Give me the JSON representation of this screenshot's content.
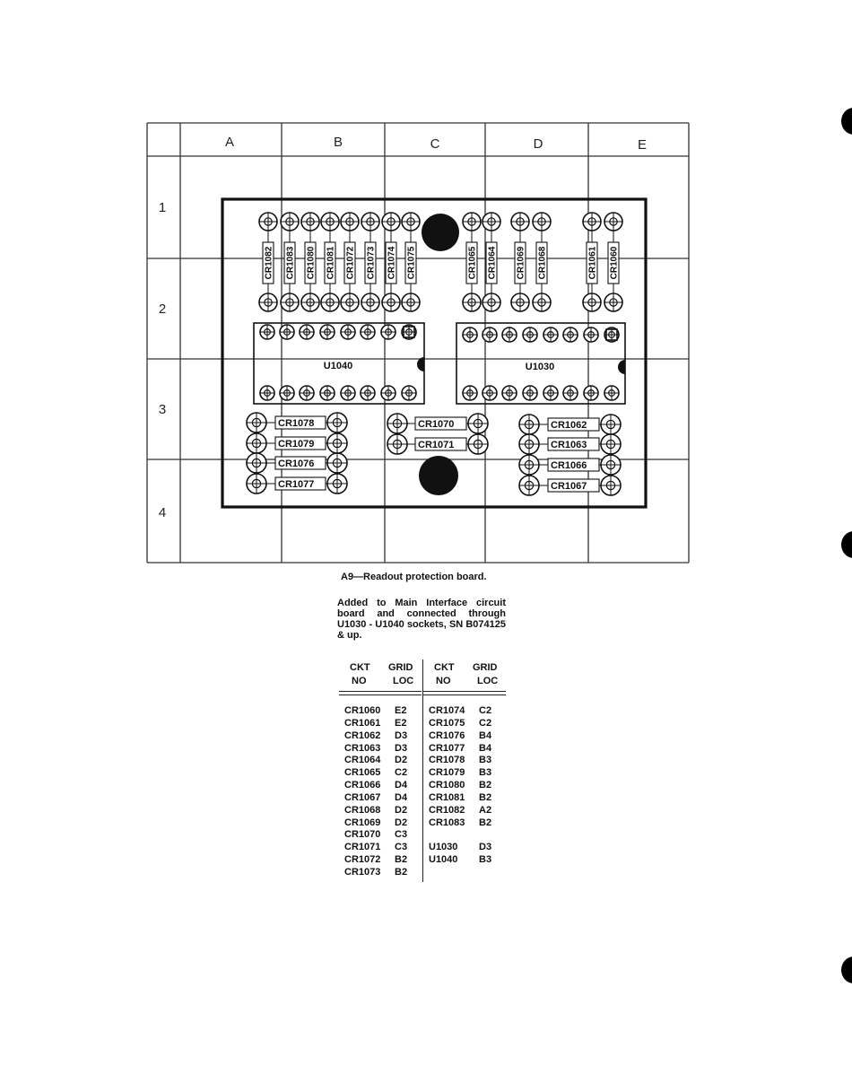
{
  "grid": {
    "columns": [
      "A",
      "B",
      "C",
      "D",
      "E"
    ],
    "rows": [
      "1",
      "2",
      "3",
      "4"
    ]
  },
  "board": {
    "ic_left_label": "U1040",
    "ic_right_label": "U1030",
    "top_diodes": [
      "CR1082",
      "CR1083",
      "CR1080",
      "CR1081",
      "CR1072",
      "CR1073",
      "CR1074",
      "CR1075",
      "CR1065",
      "CR1064",
      "CR1069",
      "CR1068",
      "CR1061",
      "CR1060"
    ],
    "bottom_diodes_left": [
      "CR1078",
      "CR1079",
      "CR1076",
      "CR1077"
    ],
    "bottom_diodes_center": [
      "CR1070",
      "CR1071"
    ],
    "bottom_diodes_right": [
      "CR1062",
      "CR1063",
      "CR1066",
      "CR1067"
    ]
  },
  "caption": "A9—Readout protection board.",
  "description": "Added to Main Interface circuit board and connected through U1030 - U1040 sockets, SN B074125 & up.",
  "table": {
    "headers": {
      "ckt_1": "CKT",
      "ckt_2": "NO",
      "grid_1": "GRID",
      "grid_2": "LOC"
    },
    "left_rows": [
      {
        "ckt": "CR1060",
        "loc": "E2"
      },
      {
        "ckt": "CR1061",
        "loc": "E2"
      },
      {
        "ckt": "CR1062",
        "loc": "D3"
      },
      {
        "ckt": "CR1063",
        "loc": "D3"
      },
      {
        "ckt": "CR1064",
        "loc": "D2"
      },
      {
        "ckt": "CR1065",
        "loc": "C2"
      },
      {
        "ckt": "CR1066",
        "loc": "D4"
      },
      {
        "ckt": "CR1067",
        "loc": "D4"
      },
      {
        "ckt": "CR1068",
        "loc": "D2"
      },
      {
        "ckt": "CR1069",
        "loc": "D2"
      },
      {
        "ckt": "CR1070",
        "loc": "C3"
      },
      {
        "ckt": "CR1071",
        "loc": "C3"
      },
      {
        "ckt": "CR1072",
        "loc": "B2"
      },
      {
        "ckt": "CR1073",
        "loc": "B2"
      }
    ],
    "right_rows": [
      {
        "ckt": "CR1074",
        "loc": "C2"
      },
      {
        "ckt": "CR1075",
        "loc": "C2"
      },
      {
        "ckt": "CR1076",
        "loc": "B4"
      },
      {
        "ckt": "CR1077",
        "loc": "B4"
      },
      {
        "ckt": "CR1078",
        "loc": "B3"
      },
      {
        "ckt": "CR1079",
        "loc": "B3"
      },
      {
        "ckt": "CR1080",
        "loc": "B2"
      },
      {
        "ckt": "CR1081",
        "loc": "B2"
      },
      {
        "ckt": "CR1082",
        "loc": "A2"
      },
      {
        "ckt": "CR1083",
        "loc": "B2"
      },
      {
        "ckt": "",
        "loc": ""
      },
      {
        "ckt": "U1030",
        "loc": "D3"
      },
      {
        "ckt": "U1040",
        "loc": "B3"
      }
    ]
  }
}
